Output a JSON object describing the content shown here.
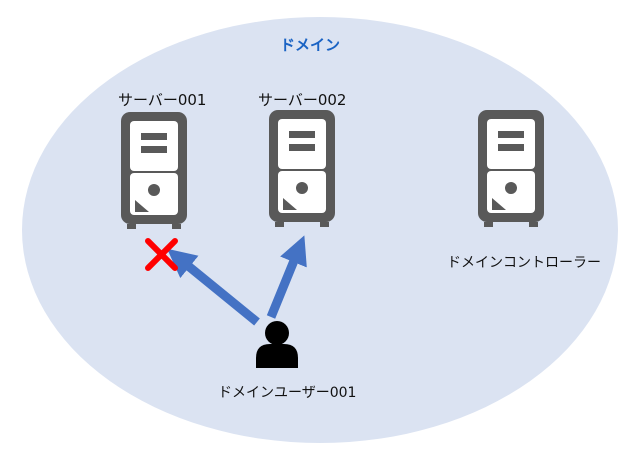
{
  "domain": {
    "label": "ドメイン",
    "fill_color": "#dbe3f2",
    "label_color": "#1a63c4"
  },
  "servers": [
    {
      "label": "サーバー001",
      "access": "denied",
      "icon": "server-tower-icon"
    },
    {
      "label": "サーバー002",
      "access": "allowed",
      "icon": "server-tower-icon"
    }
  ],
  "domain_controller": {
    "label": "ドメインコントローラー",
    "icon": "server-tower-icon"
  },
  "user": {
    "label": "ドメインユーザー001",
    "icon": "user-icon"
  },
  "colors": {
    "server": "#595959",
    "arrow": "#4472c4",
    "deny_mark": "#ff0000"
  }
}
